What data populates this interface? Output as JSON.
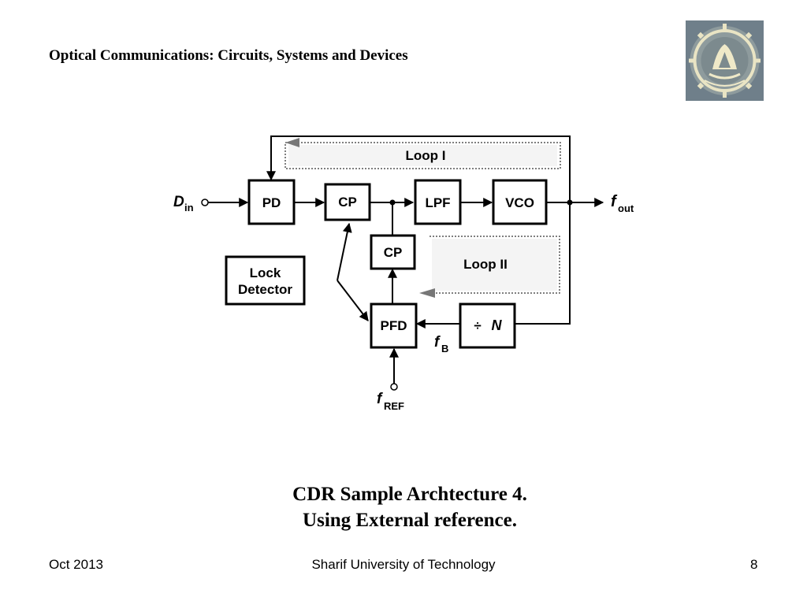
{
  "header": {
    "title": "Optical Communications: Circuits, Systems and Devices"
  },
  "logo": {
    "icon": "sharif-university-seal"
  },
  "diagram": {
    "blocks": {
      "pd": "PD",
      "cp_top": "CP",
      "lpf": "LPF",
      "vco": "VCO",
      "cp_mid": "CP",
      "pfd": "PFD",
      "lock_line1": "Lock",
      "lock_line2": "Detector",
      "divider_n": "N",
      "divider_sym": "÷"
    },
    "loops": {
      "loop1": "Loop I",
      "loop2": "Loop II"
    },
    "signals": {
      "din_main": "D",
      "din_sub": "in",
      "fout_main": "f",
      "fout_sub": "out",
      "fb_main": "f",
      "fb_sub": "B",
      "fref_main": "f",
      "fref_sub": "REF"
    }
  },
  "caption": {
    "line1": "CDR Sample Archtecture 4.",
    "line2": "Using External reference."
  },
  "footer": {
    "date": "Oct 2013",
    "institution": "Sharif University of Technology",
    "page_number": "8"
  }
}
